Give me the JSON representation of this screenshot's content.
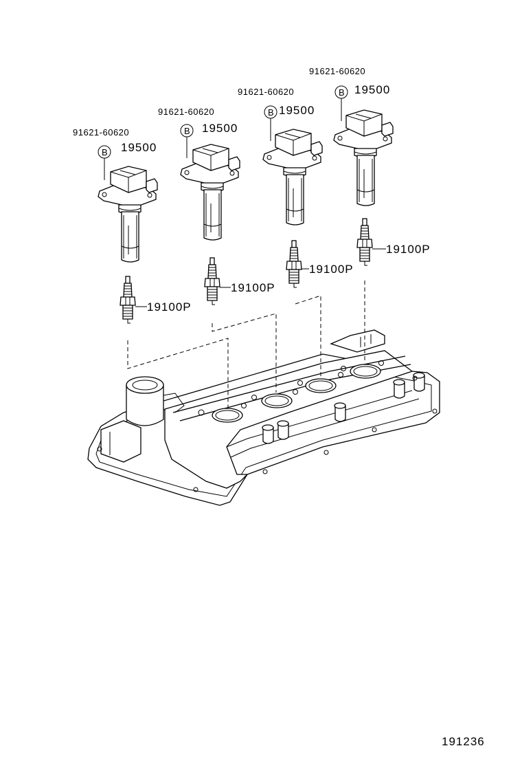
{
  "diagram": {
    "coil_assemblies": [
      {
        "bolt_part_no": "91621-60620",
        "bolt_ref_letter": "B",
        "coil_part_no": "19500",
        "plug_part_no": "19100P"
      },
      {
        "bolt_part_no": "91621-60620",
        "bolt_ref_letter": "B",
        "coil_part_no": "19500",
        "plug_part_no": "19100P"
      },
      {
        "bolt_part_no": "91621-60620",
        "bolt_ref_letter": "B",
        "coil_part_no": "19500",
        "plug_part_no": "19100P"
      },
      {
        "bolt_part_no": "91621-60620",
        "bolt_ref_letter": "B",
        "coil_part_no": "19500",
        "plug_part_no": "19100P"
      }
    ],
    "illustration_no": "191236"
  }
}
